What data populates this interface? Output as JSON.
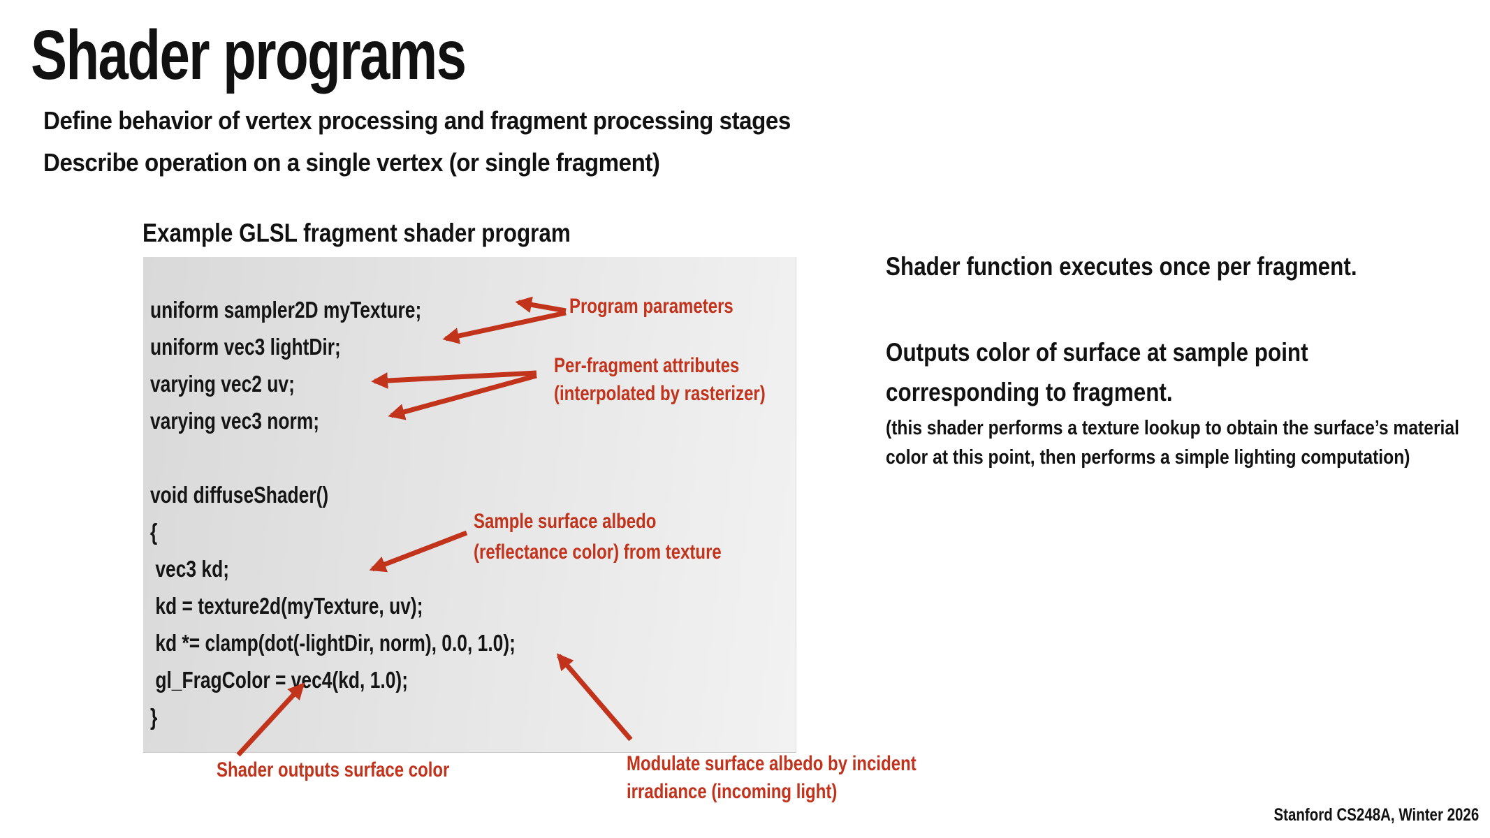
{
  "slide": {
    "title": "Shader programs",
    "subtitles": [
      "Define behavior of vertex processing and fragment processing stages",
      "Describe operation on a single vertex (or single fragment)"
    ],
    "code_panel": {
      "heading": "Example GLSL fragment shader program",
      "lines": [
        "uniform sampler2D myTexture;",
        "uniform vec3 lightDir;",
        "varying vec2 uv;",
        "varying vec3 norm;",
        "",
        "void diffuseShader()",
        "{",
        " vec3 kd;",
        " kd = texture2d(myTexture, uv);",
        " kd *= clamp(dot(-lightDir, norm), 0.0, 1.0);",
        " gl_FragColor = vec4(kd, 1.0);",
        "}"
      ]
    },
    "annotations": {
      "program_parameters": "Program parameters",
      "per_fragment_line1": "Per-fragment attributes",
      "per_fragment_line2": "(interpolated by rasterizer)",
      "sample_albedo_line1": "Sample surface albedo",
      "sample_albedo_line2": "(reflectance color) from texture",
      "shader_outputs": "Shader outputs surface color",
      "modulate_line1": "Modulate surface albedo by incident",
      "modulate_line2": "irradiance (incoming light)"
    },
    "right_column": {
      "line1": "Shader function executes once per fragment.",
      "line2": "Outputs color of surface at sample point corresponding to fragment.",
      "note": "(this shader performs a texture lookup to obtain the surface’s material color at this point, then performs a simple lighting computation)"
    },
    "footer": "Stanford CS248A, Winter 2026",
    "colors": {
      "annotation_red": "#c2331c",
      "code_text": "#151515",
      "panel_gradient_left": "#d9d9d9",
      "panel_gradient_right": "#f2f2f2"
    }
  }
}
